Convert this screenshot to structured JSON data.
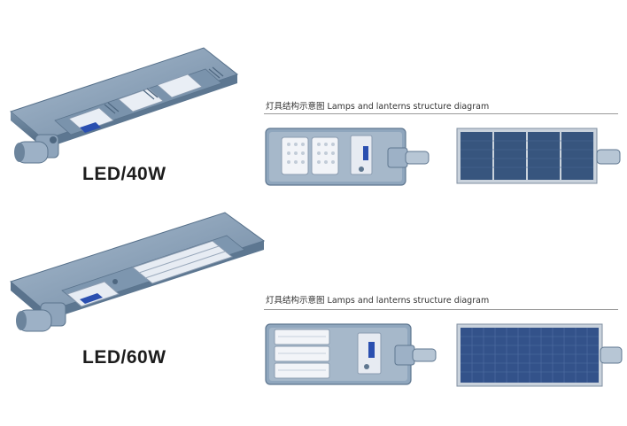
{
  "products": [
    {
      "model_label": "LED/40W",
      "diagram_caption": "灯具结构示意图 Lamps and lanterns structure diagram"
    },
    {
      "model_label": "LED/60W",
      "diagram_caption": "灯具结构示意图 Lamps and lanterns structure diagram"
    }
  ],
  "colors": {
    "housing": "#8fa6bd",
    "housing_dark": "#5f7790",
    "solar_cell": "#37557e",
    "solar_frame": "#c9d2dc",
    "led_chip": "#f2f4f8",
    "badge_blue": "#2a4fb0"
  }
}
